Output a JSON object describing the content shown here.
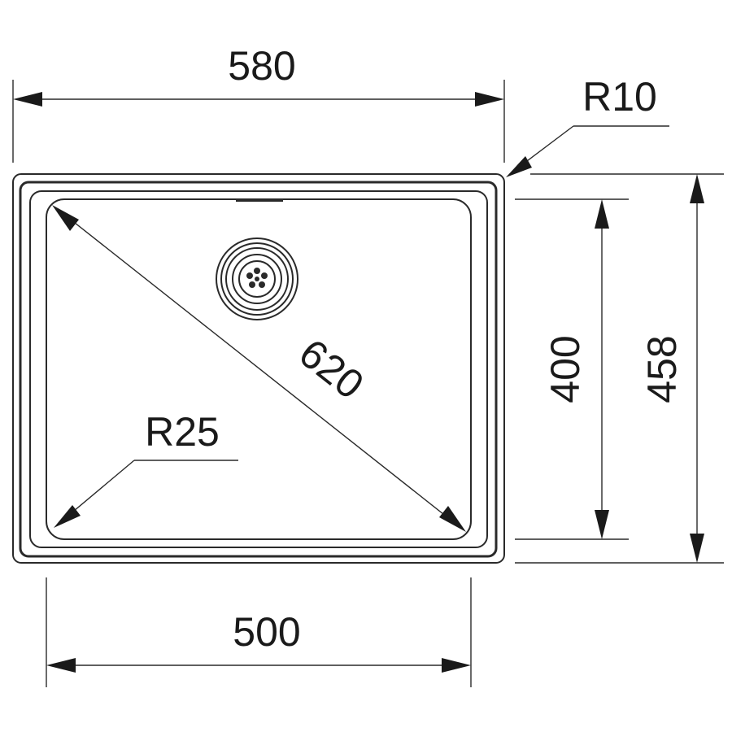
{
  "dimensions": {
    "overall_width": "580",
    "overall_height": "458",
    "bowl_width": "500",
    "bowl_height": "400",
    "diagonal": "620",
    "outer_radius": "R10",
    "inner_radius": "R25"
  },
  "colors": {
    "line": "#2a2a2a",
    "background": "#ffffff"
  }
}
